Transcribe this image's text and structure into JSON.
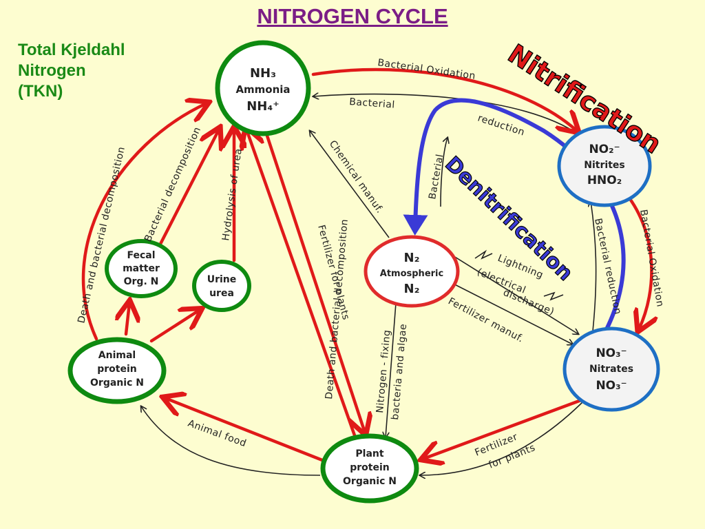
{
  "title": "NITROGEN CYCLE",
  "tkn": [
    "Total Kjeldahl",
    "Nitrogen",
    "(TKN)"
  ],
  "big_labels": {
    "nitrification": "Nitrification",
    "denitrification": "Denitrification"
  },
  "nodes": {
    "ammonia": [
      "NH₃",
      "Ammonia",
      "NH₄⁺"
    ],
    "nitrites": [
      "NO₂⁻",
      "Nitrites",
      "HNO₂"
    ],
    "atmospheric": [
      "N₂",
      "Atmospheric",
      "N₂"
    ],
    "nitrates": [
      "NO₃⁻",
      "Nitrates",
      "NO₃⁻"
    ],
    "fecal": [
      "Fecal",
      "matter",
      "Org. N"
    ],
    "urine": [
      "Urine",
      "urea"
    ],
    "animal": [
      "Animal",
      "protein",
      "Organic N"
    ],
    "plant": [
      "Plant",
      "protein",
      "Organic N"
    ]
  },
  "edge_labels": {
    "bacterial_oxidation_top": "Bacterial Oxidation",
    "bacterial_reduction_top_1": "Bacterial",
    "bacterial_reduction_top_2": "reduction",
    "bacterial_left": "Bacterial",
    "chemical_manuf": "Chemical manuf.",
    "death_decomp_left": "Death and bacterial decomposition",
    "bacterial_decomp": "Bacterial decomposition",
    "hydrolysis": "Hydrolysis of urea",
    "death_decomp_mid": "Death and bacterial decomposition",
    "fertilizer_plants": "Fertilizer for plants",
    "nitrogen_fixing_1": "Nitrogen - fixing",
    "nitrogen_fixing_2": "bacteria and algae",
    "lightning_1": "Lightning",
    "lightning_2": "(electrical",
    "lightning_3": "discharge)",
    "fertilizer_manuf": "Fertilizer manuf.",
    "bacterial_reduction_right": "Bacterial reduction",
    "bacterial_oxidation_right": "Bacterial Oxidation",
    "animal_food": "Animal food",
    "fertilizer_bottom_1": "Fertilizer",
    "fertilizer_bottom_2": "for plants"
  },
  "colors": {
    "title": "#7b1d86",
    "tkn": "#1a8a16",
    "green_ring": "#0e8a10",
    "blue_ring": "#1e6fc4",
    "red_ring": "#e02b2b",
    "arrow": "#e01919",
    "denitrification_arrow": "#3a3ad6"
  }
}
